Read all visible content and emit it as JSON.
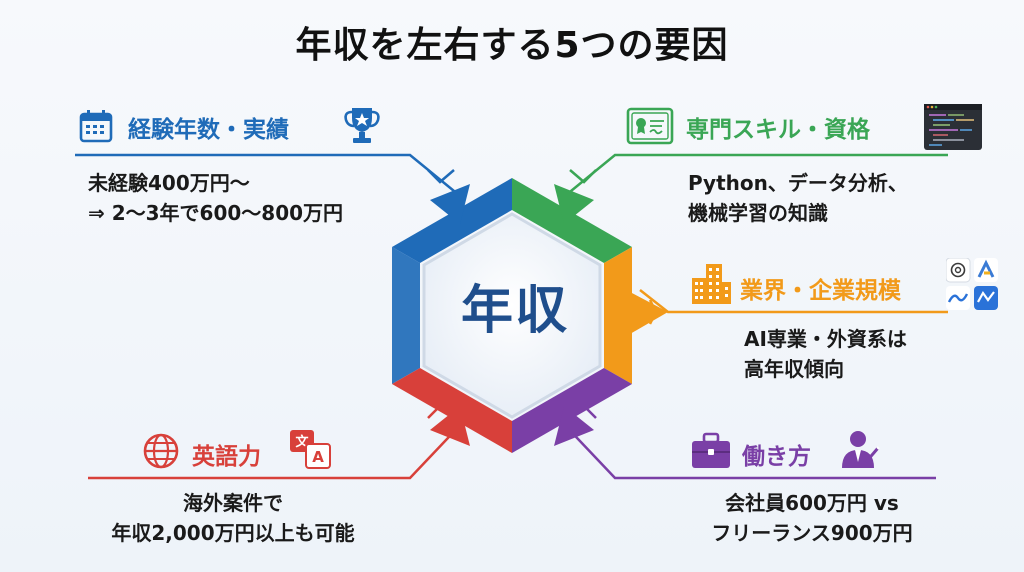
{
  "title": "年収を左右する5つの要因",
  "center": "年収",
  "colors": {
    "blue": "#1f6bb8",
    "green": "#3aa655",
    "orange": "#f29a1a",
    "red": "#d8403a",
    "purple": "#7a3fa6",
    "center_text": "#1f4e8c"
  },
  "factors": [
    {
      "id": "experience",
      "heading": "経験年数・実績",
      "lines": [
        "未経験400万円〜",
        "⇒ 2〜3年で600〜800万円"
      ],
      "icons": [
        "calendar-icon",
        "trophy-icon"
      ]
    },
    {
      "id": "skills",
      "heading": "専門スキル・資格",
      "lines": [
        "Python、データ分析、",
        "機械学習の知識"
      ],
      "icons": [
        "certificate-icon",
        "code-editor-icon"
      ]
    },
    {
      "id": "industry",
      "heading": "業界・企業規模",
      "lines": [
        "AI専業・外資系は",
        "高年収傾向"
      ],
      "icons": [
        "buildings-icon",
        "ai-company-logos-icon"
      ]
    },
    {
      "id": "english",
      "heading": "英語力",
      "lines": [
        "海外案件で",
        "年収2,000万円以上も可能"
      ],
      "icons": [
        "globe-icon",
        "translate-icon"
      ]
    },
    {
      "id": "workstyle",
      "heading": "働き方",
      "lines": [
        "会社員600万円 vs",
        "フリーランス900万円"
      ],
      "icons": [
        "briefcase-icon",
        "freelancer-icon"
      ]
    }
  ]
}
